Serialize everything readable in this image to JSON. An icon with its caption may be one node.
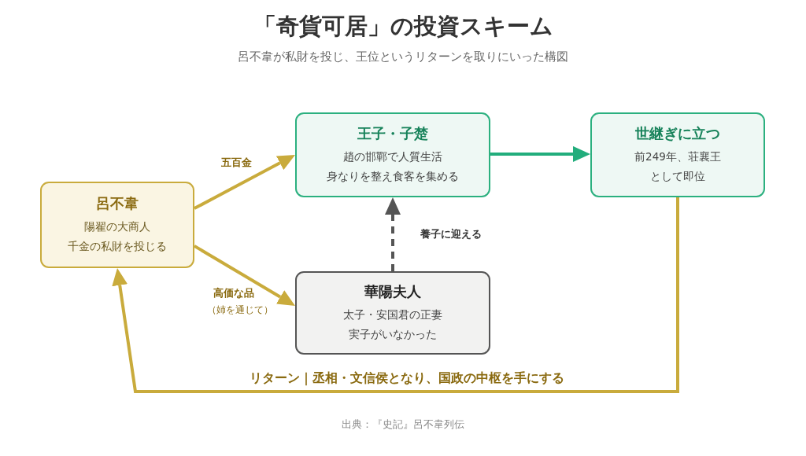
{
  "diagram": {
    "title": "「奇貨可居」の投資スキーム",
    "caption": "出典：『史記』呂不韋列伝",
    "nodes": [
      {
        "text": [
          "呂不韋",
          "陽翟の大商人",
          "千金の私財を投じる"
        ]
      },
      {
        "text": [
          "王子・子楚",
          "趙の邯鄲で人質生活",
          "身なりを整え食客を集める"
        ]
      },
      {
        "text": [
          "華陽夫人",
          "太子・安国君の正妻",
          "実子がいなかった"
        ]
      },
      {
        "text": [
          "世継ぎに立つ",
          "前249年、荘襄王として即位"
        ]
      }
    ],
    "edges": [
      {
        "from": 0,
        "to": 1,
        "arrow": "to",
        "label": "五百金"
      },
      {
        "from": 0,
        "to": 2,
        "arrow": "to",
        "label": "高価な品"
      },
      {
        "from": 2,
        "to": 1,
        "arrow": "to",
        "label": "養子に迎える",
        "style": "dashed",
        "color": "#555555"
      },
      {
        "from": 1,
        "to": 3,
        "arrow": "to",
        "color": "#22ad7c"
      },
      {
        "from": 3,
        "to": 0,
        "arrow": "to",
        "label": "リターン｜丞相・文信侯となり、国政の中枢を手にする"
      }
    ],
    "labels": [
      "呂不韋が私財を投じ、王位というリターンを取りにいった構図",
      "（姉を通じて）"
    ]
  }
}
